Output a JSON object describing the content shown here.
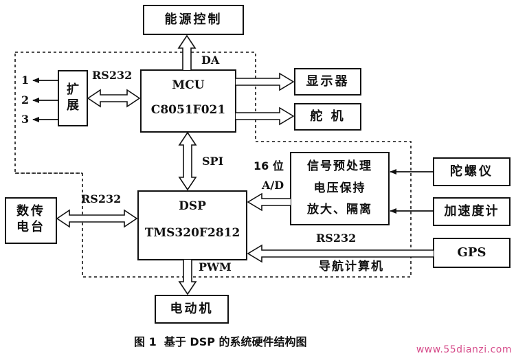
{
  "blocks": {
    "energy": "能源控制",
    "expand": "扩展",
    "mcu_line1": "MCU",
    "mcu_line2": "C8051F021",
    "display": "显示器",
    "servo": "舵 机",
    "dsp_line1": "DSP",
    "dsp_line2": "TMS320F2812",
    "signal_line1": "信号预处理",
    "signal_line2": "电压保持",
    "signal_line3": "放大、隔离",
    "datalink": "数传电台",
    "gyro": "陀螺仪",
    "accel": "加速度计",
    "gps": "GPS",
    "motor": "电动机"
  },
  "labels": {
    "da": "DA",
    "rs232_top": "RS232",
    "rs232_left": "RS232",
    "rs232_gps": "RS232",
    "spi": "SPI",
    "bits": "16 位",
    "ad": "A/D",
    "pwm": "PWM",
    "nav": "导航计算机"
  },
  "ports": [
    "1",
    "2",
    "3"
  ],
  "caption": "图 1  基于 DSP 的系统硬件结构图",
  "watermark": "www.55dianzi.com"
}
